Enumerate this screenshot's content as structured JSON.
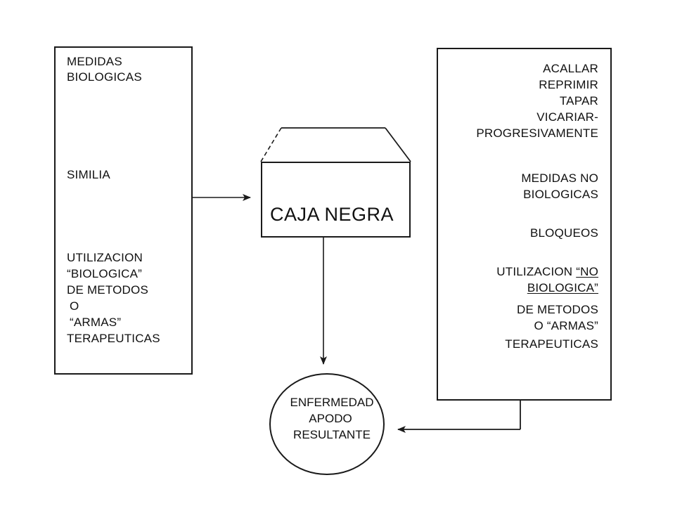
{
  "left_box": {
    "lines": [
      "MEDIDAS",
      "BIOLOGICAS",
      "SIMILIA",
      "UTILIZACION",
      "“BIOLOGICA”",
      "DE METODOS",
      "O",
      "“ARMAS”",
      "TERAPEUTICAS"
    ]
  },
  "center_box": {
    "label": "CAJA NEGRA"
  },
  "right_box": {
    "lines": [
      "ACALLAR",
      "REPRIMIR",
      "TAPAR",
      "VICARIAR-",
      "PROGRESIVAMENTE",
      "MEDIDAS NO",
      "BIOLOGICAS",
      "BLOQUEOS",
      "UTILIZACION",
      "“NO",
      "BIOLOGICA”",
      "DE METODOS",
      "O “ARMAS”",
      "TERAPEUTICAS"
    ]
  },
  "result_ellipse": {
    "lines": [
      "ENFERMEDAD",
      "APODO",
      "RESULTANTE"
    ]
  },
  "colors": {
    "line": "#1a1a1a",
    "background": "#ffffff"
  }
}
